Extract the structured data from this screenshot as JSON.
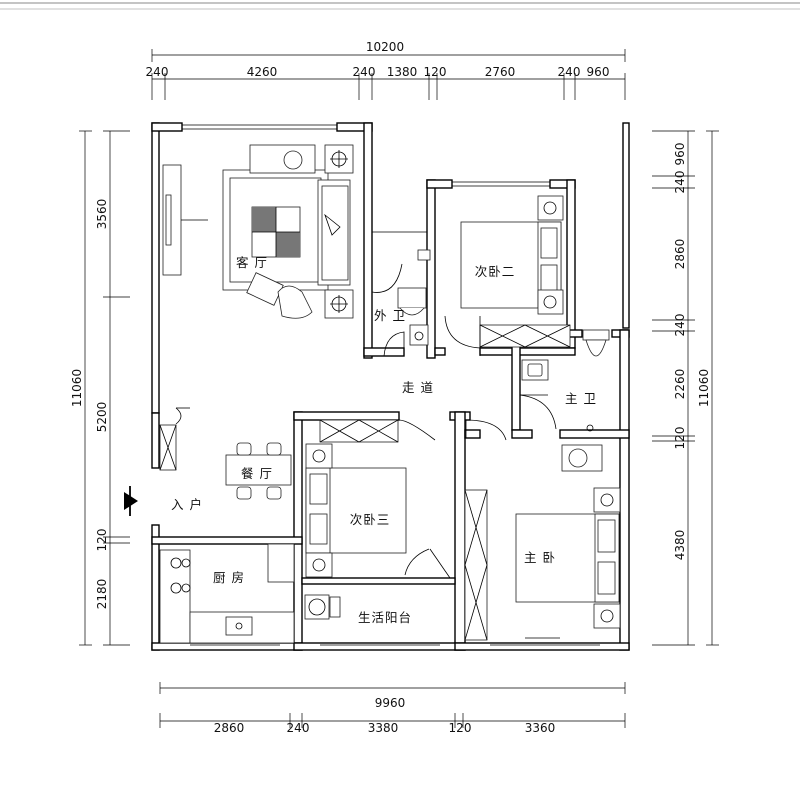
{
  "dimensions": {
    "top_total": "10200",
    "top_segments": [
      "240",
      "4260",
      "240",
      "1380",
      "120",
      "2760",
      "240",
      "960"
    ],
    "bottom_total": "9960",
    "bottom_segments": [
      "2860",
      "240",
      "3380",
      "120",
      "3360"
    ],
    "left_total": "11060",
    "left_segments": [
      "3560",
      "5200",
      "120",
      "2180"
    ],
    "right_total": "11060",
    "right_segments": [
      "960",
      "240",
      "2860",
      "240",
      "2260",
      "120",
      "4380"
    ]
  },
  "rooms": {
    "living": "客 厅",
    "outer_bath": "外 卫",
    "bedroom2": "次卧二",
    "corridor": "走 道",
    "master_bath": "主 卫",
    "dining": "餐 厅",
    "entry": "入 户",
    "bedroom3": "次卧三",
    "master_bedroom": "主 卧",
    "kitchen": "厨 房",
    "balcony": "生活阳台"
  },
  "icons": {
    "entry_marker": "triangle-arrow-icon"
  }
}
